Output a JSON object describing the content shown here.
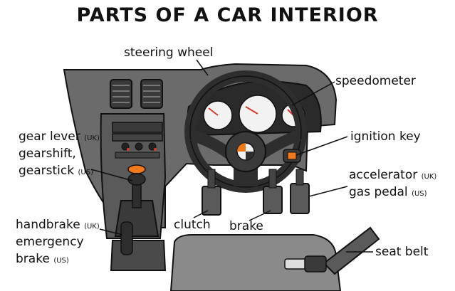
{
  "title": "PARTS OF A CAR INTERIOR",
  "labels": {
    "steering_wheel": "steering wheel",
    "speedometer": "speedometer",
    "ignition_key": "ignition key",
    "gear_lever": "gear lever",
    "gear_lever_tag": "(UK)",
    "gearshift": "gearshift,",
    "gearstick": "gearstick",
    "gearstick_tag": "(US)",
    "accelerator": "accelerator",
    "accelerator_tag": "(UK)",
    "gas_pedal": "gas pedal",
    "gas_pedal_tag": "(US)",
    "handbrake": "handbrake",
    "handbrake_tag": "(UK)",
    "emergency": "emergency",
    "emergency_brake": "brake",
    "emergency_brake_tag": "(US)",
    "clutch": "clutch",
    "brake": "brake",
    "seat_belt": "seat belt"
  },
  "colors": {
    "dashboard": "#6b6b6b",
    "dark": "#3a3a3a",
    "wheel": "#2e2e2e",
    "accent_orange": "#f07a1a",
    "gauge_red": "#d23c2c",
    "seat": "#8a8a8a"
  }
}
